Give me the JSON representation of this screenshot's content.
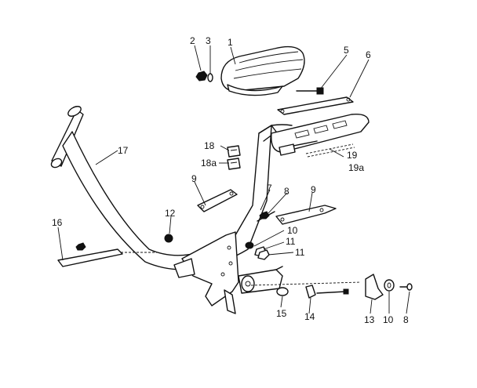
{
  "callouts": {
    "c1": "1",
    "c2": "2",
    "c3": "3",
    "c5": "5",
    "c6": "6",
    "c17": "17",
    "c18": "18",
    "c18a": "18a",
    "c19": "19",
    "c19a": "19a",
    "c9_left": "9",
    "c9_right": "9",
    "c7": "7",
    "c8_top": "8",
    "c12": "12",
    "c16": "16",
    "c10_mid": "10",
    "c11_a": "11",
    "c11_b": "11",
    "c15": "15",
    "c14": "14",
    "c13": "13",
    "c10_bottom": "10",
    "c8_bottom": "8"
  }
}
